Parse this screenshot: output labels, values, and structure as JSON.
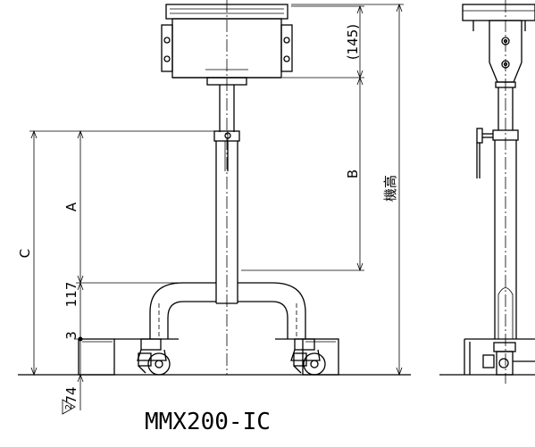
{
  "labels": {
    "dim_145": "(145)",
    "dim_b": "B",
    "dim_machine_height": "機高",
    "dim_a": "A",
    "dim_c": "C",
    "dim_117": "117",
    "dim_3": "3",
    "dim_74": "74",
    "note_2": "2"
  },
  "model": "MMX200-IC"
}
